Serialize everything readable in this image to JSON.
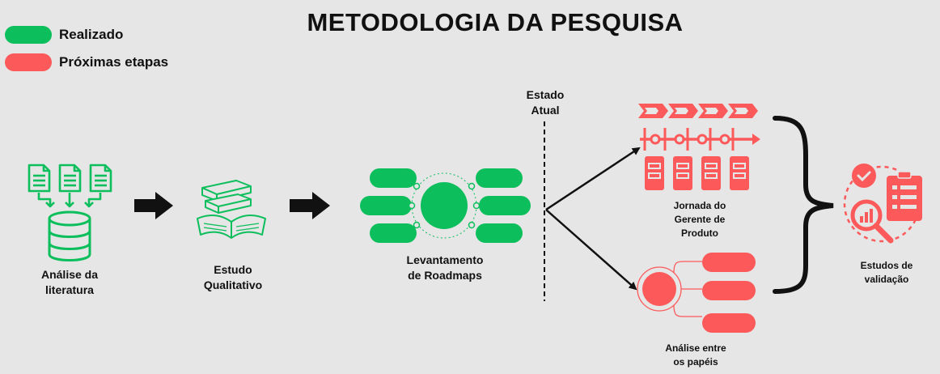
{
  "title": "METODOLOGIA  DA PESQUISA",
  "legend": {
    "done": {
      "label": "Realizado",
      "color": "#0cbf5c"
    },
    "next": {
      "label": "Próximas etapas",
      "color": "#fc5a5a"
    }
  },
  "stages": {
    "literature": {
      "line1": "Análise da",
      "line2": "literatura"
    },
    "qualitative": {
      "line1": "Estudo",
      "line2": "Qualitativo"
    },
    "roadmaps": {
      "line1": "Levantamento",
      "line2": "de Roadmaps"
    },
    "current_state": {
      "line1": "Estado",
      "line2": "Atual"
    },
    "journey": {
      "line1": "Jornada do",
      "line2": "Gerente de",
      "line3": "Produto"
    },
    "roles": {
      "line1": "Análise entre",
      "line2": "os papéis"
    },
    "validation": {
      "line1": "Estudos de",
      "line2": "validação"
    }
  },
  "icons": {
    "literature": "documents-to-database-icon",
    "qualitative": "books-icon",
    "roadmaps": "hub-with-pills-icon",
    "journey": "process-timeline-icon",
    "roles": "circle-with-bars-icon",
    "validation": "checklist-analysis-icon"
  }
}
